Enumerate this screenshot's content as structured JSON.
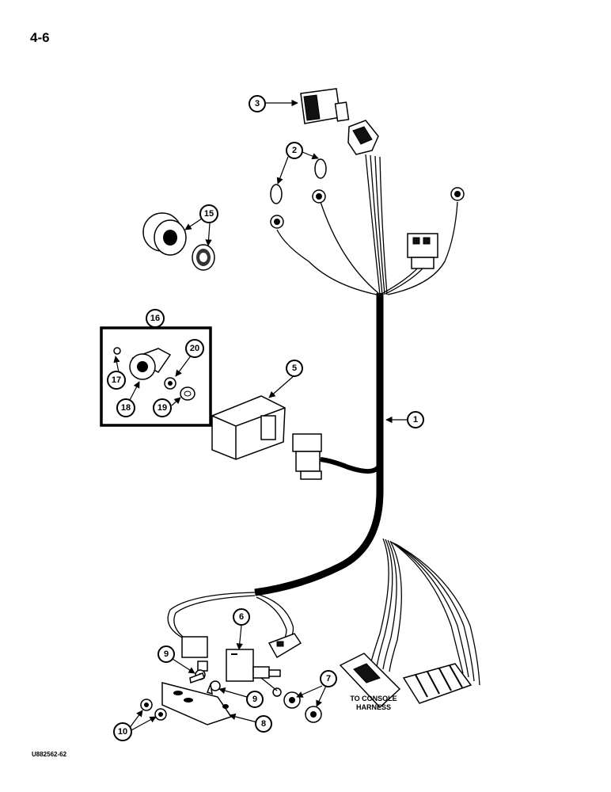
{
  "page_number": "4-6",
  "figure_id": "U882562-62",
  "note": {
    "line1": "TO CONSOLE",
    "line2": "HARNESS"
  },
  "callouts": {
    "c1": "1",
    "c2": "2",
    "c3": "3",
    "c5": "5",
    "c6": "6",
    "c7": "7",
    "c8": "8",
    "c9a": "9",
    "c9b": "9",
    "c10": "10",
    "c15": "15",
    "c16": "16",
    "c17": "17",
    "c18": "18",
    "c19": "19",
    "c20": "20"
  }
}
